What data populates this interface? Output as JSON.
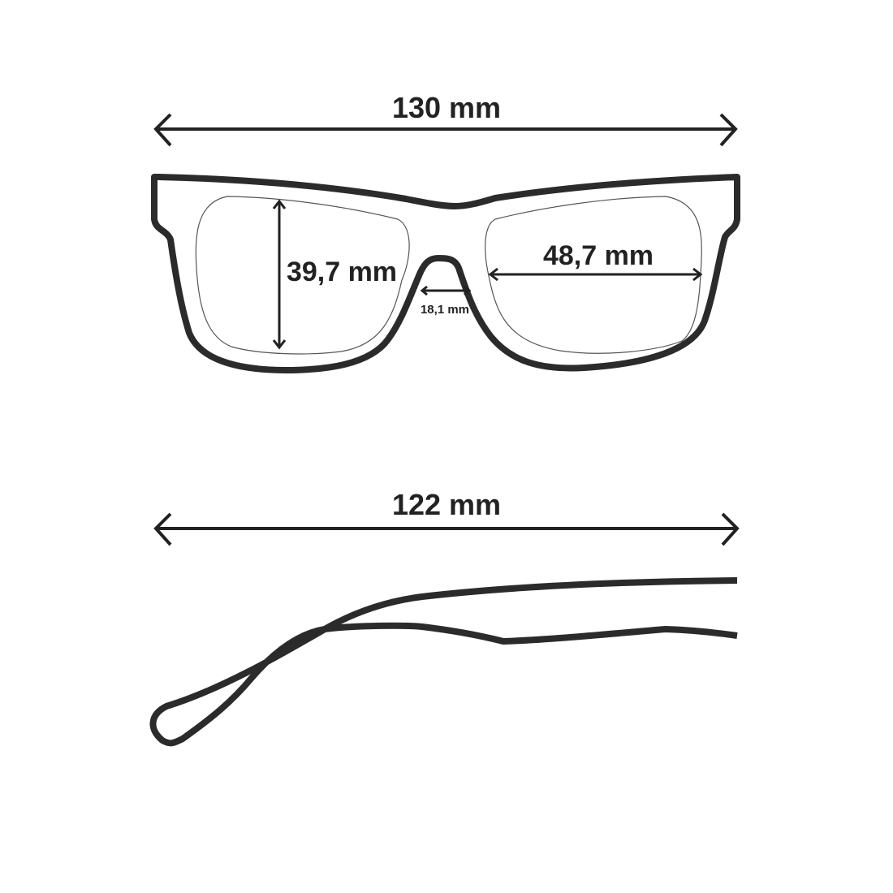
{
  "diagram": {
    "subject": "sunglasses dimensions",
    "colors": {
      "line": "#2b2b2b",
      "text": "#222222",
      "background": "#ffffff"
    },
    "front_view": {
      "total_width_label": "130 mm",
      "lens_height_label": "39,7 mm",
      "lens_width_label": "48,7 mm",
      "bridge_width_label": "18,1 mm"
    },
    "side_view": {
      "temple_length_label": "122 mm"
    }
  }
}
